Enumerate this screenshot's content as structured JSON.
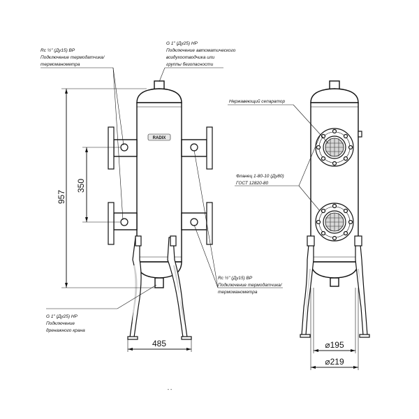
{
  "labels": {
    "top_left": [
      "Rc ½\" (Ду15) ВР",
      "Подключение термодатчика/",
      "термоманометра"
    ],
    "top_center": [
      "G 1\" (Ду25) НР",
      "Подключение автоматического",
      "воздухоотводчика или",
      "группы безопасности"
    ],
    "right_top": [
      "Нержавеющий сепаратор"
    ],
    "right_mid": [
      "Фланец 1-80-10 (Ду80)",
      "ГОСТ 12820-80"
    ],
    "bottom_left": [
      "G 1\" (Ду25) НР",
      "Подключение",
      "дренажного крана"
    ],
    "bottom_right": [
      "Rc ½\" (Ду15) ВР",
      "Подключение термодатчика/",
      "термоманометра"
    ]
  },
  "dimensions": {
    "height": "957",
    "spacing": "350",
    "width": "485",
    "diam_inner": "⌀195",
    "diam_outer": "⌀219"
  },
  "logo_text": "RADIX",
  "page_marker": "- -"
}
